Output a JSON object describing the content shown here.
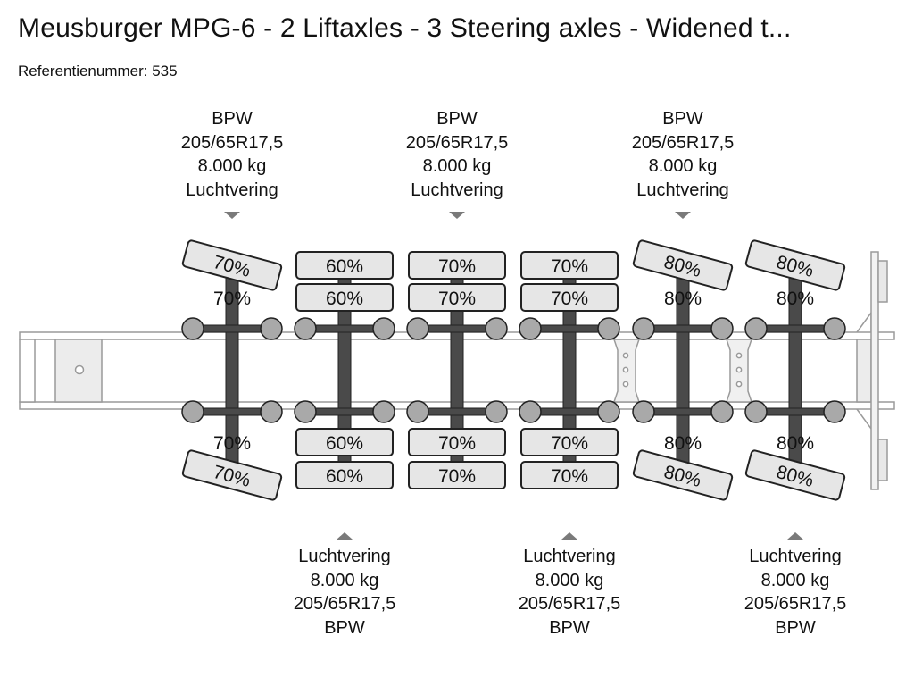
{
  "title": "Meusburger MPG-6 - 2 Liftaxles - 3 Steering axles - Widened t...",
  "reference": "Referentienummer: 535",
  "axles": [
    {
      "percents": [
        "70%",
        "70%",
        "70%",
        "70%"
      ],
      "steering": true
    },
    {
      "percents": [
        "60%",
        "60%",
        "60%",
        "60%"
      ],
      "steering": false
    },
    {
      "percents": [
        "70%",
        "70%",
        "70%",
        "70%"
      ],
      "steering": false
    },
    {
      "percents": [
        "70%",
        "70%",
        "70%",
        "70%"
      ],
      "steering": false
    },
    {
      "percents": [
        "80%",
        "80%",
        "80%",
        "80%"
      ],
      "steering": true
    },
    {
      "percents": [
        "80%",
        "80%",
        "80%",
        "80%"
      ],
      "steering": true
    }
  ],
  "top_labels": [
    {
      "brand": "BPW",
      "tire": "205/65R17,5",
      "load": "8.000 kg",
      "suspension": "Luchtvering"
    },
    {
      "brand": "BPW",
      "tire": "205/65R17,5",
      "load": "8.000 kg",
      "suspension": "Luchtvering"
    },
    {
      "brand": "BPW",
      "tire": "205/65R17,5",
      "load": "8.000 kg",
      "suspension": "Luchtvering"
    }
  ],
  "bottom_labels": [
    {
      "suspension": "Luchtvering",
      "load": "8.000 kg",
      "tire": "205/65R17,5",
      "brand": "BPW"
    },
    {
      "suspension": "Luchtvering",
      "load": "8.000 kg",
      "tire": "205/65R17,5",
      "brand": "BPW"
    },
    {
      "suspension": "Luchtvering",
      "load": "8.000 kg",
      "tire": "205/65R17,5",
      "brand": "BPW"
    }
  ],
  "colors": {
    "axle": "#4a4a4a",
    "hub": "#a9a9a9",
    "tire": "#e6e6e6",
    "frame": "#c8c8c8"
  }
}
